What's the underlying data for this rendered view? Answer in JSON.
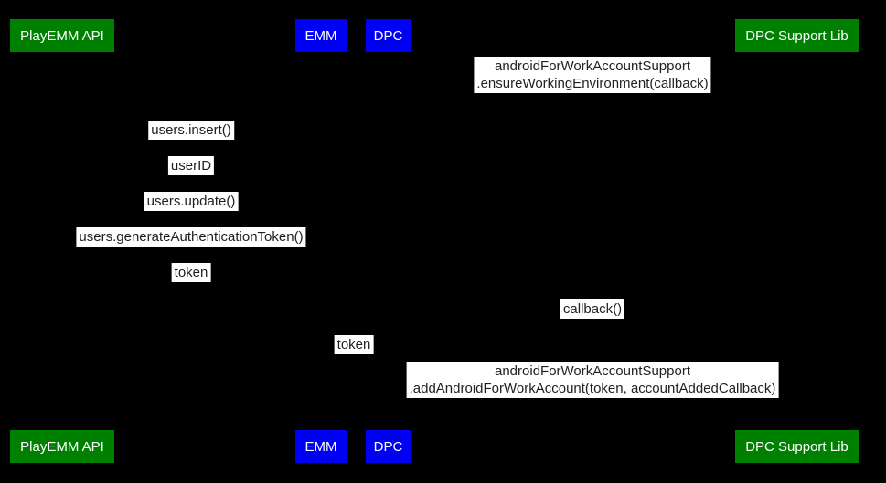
{
  "background_color": "#000000",
  "colors": {
    "actor_green": "#008000",
    "actor_blue": "#0000f2",
    "actor_text": "#ffffff",
    "label_bg": "#ffffff",
    "label_text": "#1f1f1f"
  },
  "actors": [
    {
      "id": "playemm-api",
      "label": "PlayEMM API"
    },
    {
      "id": "emm",
      "label": "EMM"
    },
    {
      "id": "dpc",
      "label": "DPC"
    },
    {
      "id": "dpc-support-lib",
      "label": "DPC Support Lib"
    }
  ],
  "messages": [
    {
      "lines": [
        "androidForWorkAccountSupport",
        ".ensureWorkingEnvironment(callback)"
      ]
    },
    {
      "lines": [
        "users.insert()"
      ]
    },
    {
      "lines": [
        "userID"
      ]
    },
    {
      "lines": [
        "users.update()"
      ]
    },
    {
      "lines": [
        "users.generateAuthenticationToken()"
      ]
    },
    {
      "lines": [
        "token"
      ]
    },
    {
      "lines": [
        "callback()"
      ]
    },
    {
      "lines": [
        "token"
      ]
    },
    {
      "lines": [
        "androidForWorkAccountSupport",
        ".addAndroidForWorkAccount(token, accountAddedCallback)"
      ]
    }
  ]
}
